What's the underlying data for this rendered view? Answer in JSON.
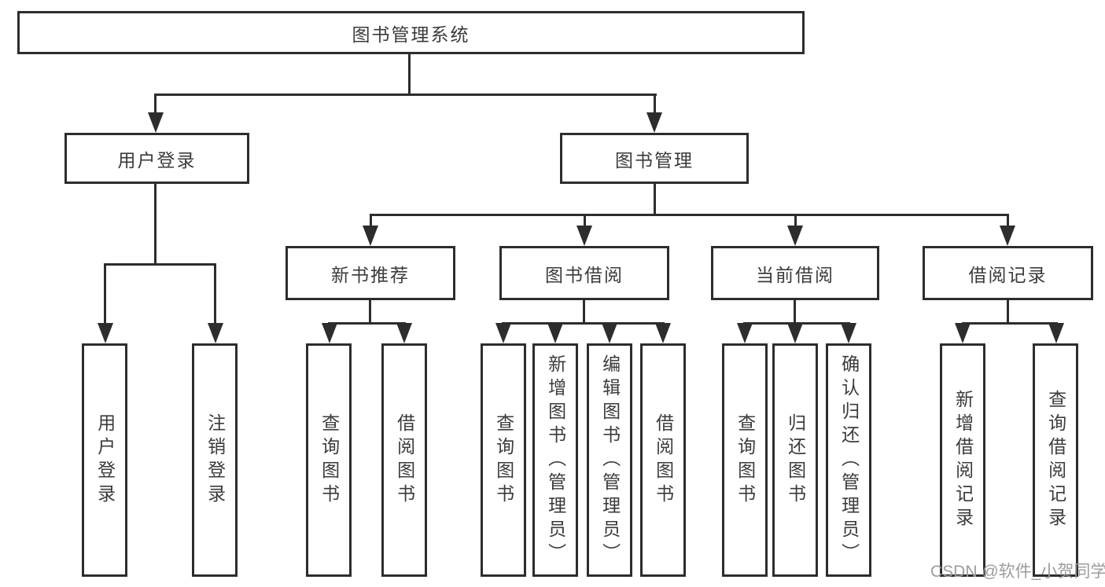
{
  "root": {
    "label": "图书管理系统"
  },
  "level2": [
    {
      "label": "用户登录"
    },
    {
      "label": "图书管理"
    }
  ],
  "level3": [
    {
      "label": "新书推荐"
    },
    {
      "label": "图书借阅"
    },
    {
      "label": "当前借阅"
    },
    {
      "label": "借阅记录"
    }
  ],
  "leaves": [
    {
      "label": "用户登录"
    },
    {
      "label": "注销登录"
    },
    {
      "label": "查询图书"
    },
    {
      "label": "借阅图书"
    },
    {
      "label": "查询图书"
    },
    {
      "label": "新增图书（管理员）"
    },
    {
      "label": "编辑图书（管理员）"
    },
    {
      "label": "借阅图书"
    },
    {
      "label": "查询图书"
    },
    {
      "label": "归还图书"
    },
    {
      "label": "确认归还（管理员）"
    },
    {
      "label": "新增借阅记录"
    },
    {
      "label": "查询借阅记录"
    }
  ],
  "watermark": {
    "text": "CSDN @软件_小贺同学"
  },
  "colors": {
    "line": "#2d2d2d",
    "text": "#3b3b3b",
    "watermark": "#9c9c9c",
    "background": "#ffffff"
  }
}
